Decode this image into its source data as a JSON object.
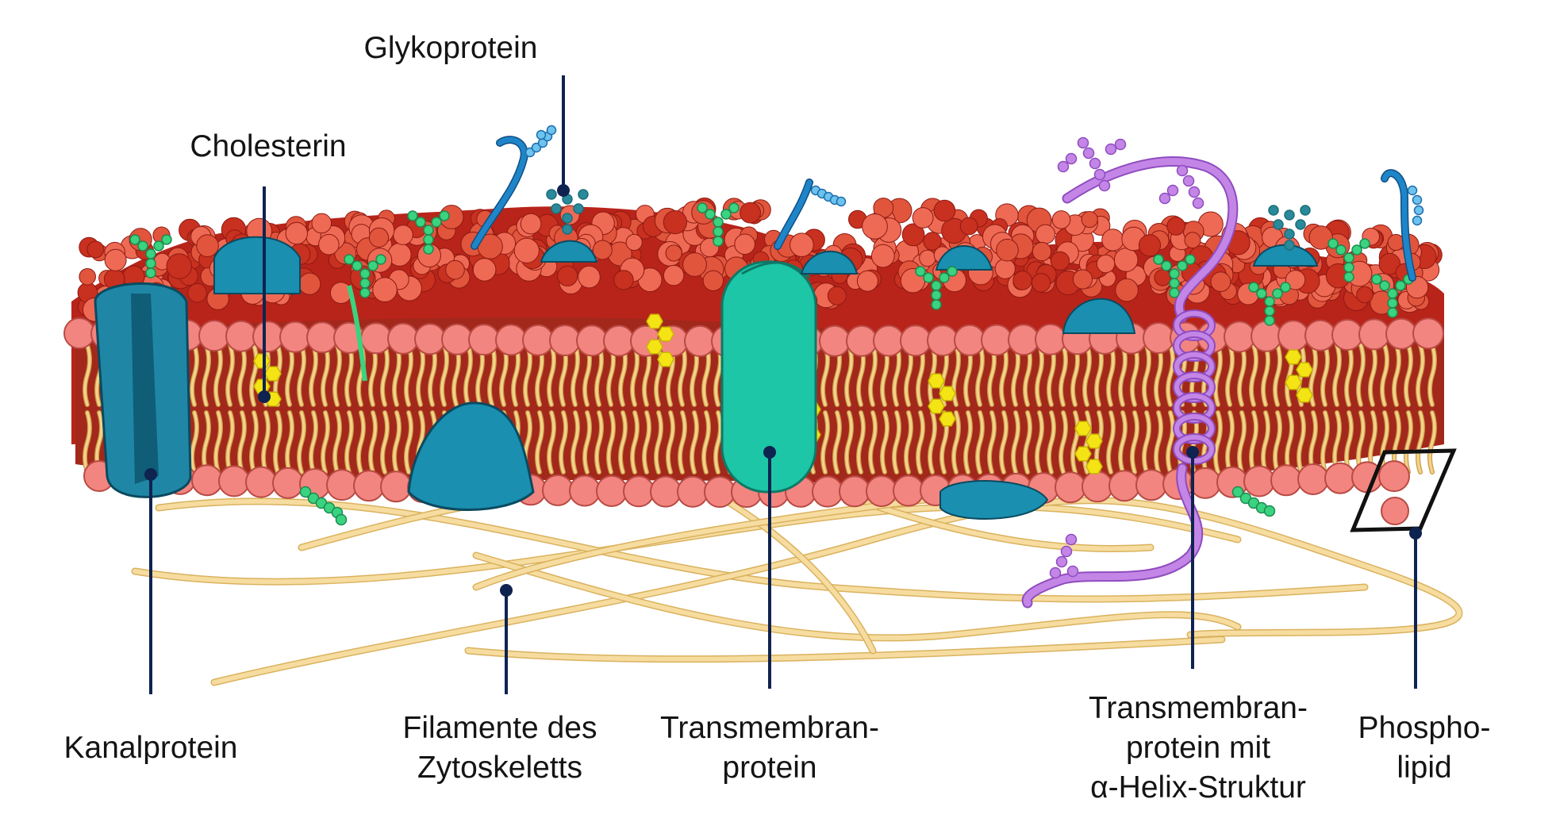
{
  "labels": {
    "glykoprotein": "Glykoprotein",
    "cholesterin": "Cholesterin",
    "kanalprotein": "Kanalprotein",
    "filamente_line1": "Filamente des",
    "filamente_line2": "Zytoskeletts",
    "transmembran_line1": "Transmembran-",
    "transmembran_line2": "protein",
    "helix_line1": "Transmembran-",
    "helix_line2": "protein mit",
    "helix_line3": "α-Helix-Struktur",
    "phospholipid_line1": "Phospho-",
    "phospholipid_line2": "lipid"
  },
  "colors": {
    "background": "#ffffff",
    "leader_line": "#0f2350",
    "head_light": "#f2857f",
    "head_outline": "#b94a44",
    "head_dark_layer": "#b8241a",
    "head_mid_layer": "#e0553c",
    "tail": "#f3d28a",
    "tail_outline": "#c99a45",
    "channel_protein": "#1f87a5",
    "channel_protein_dark": "#0f5d77",
    "transmembrane_protein": "#1cc6a7",
    "peripheral_protein": "#1a8fb0",
    "cholesterol": "#f5e415",
    "carbohydrate_green": "#3ad37f",
    "carbohydrate_blue": "#1e86c8",
    "carbohydrate_teal": "#1b6d7b",
    "helix_protein": "#c486e6",
    "helix_outline": "#8f4cbf",
    "filament": "#f7dca0",
    "filament_outline": "#d9b25e",
    "text": "#141414"
  },
  "icons": [
    "phospholipid-box-icon"
  ]
}
